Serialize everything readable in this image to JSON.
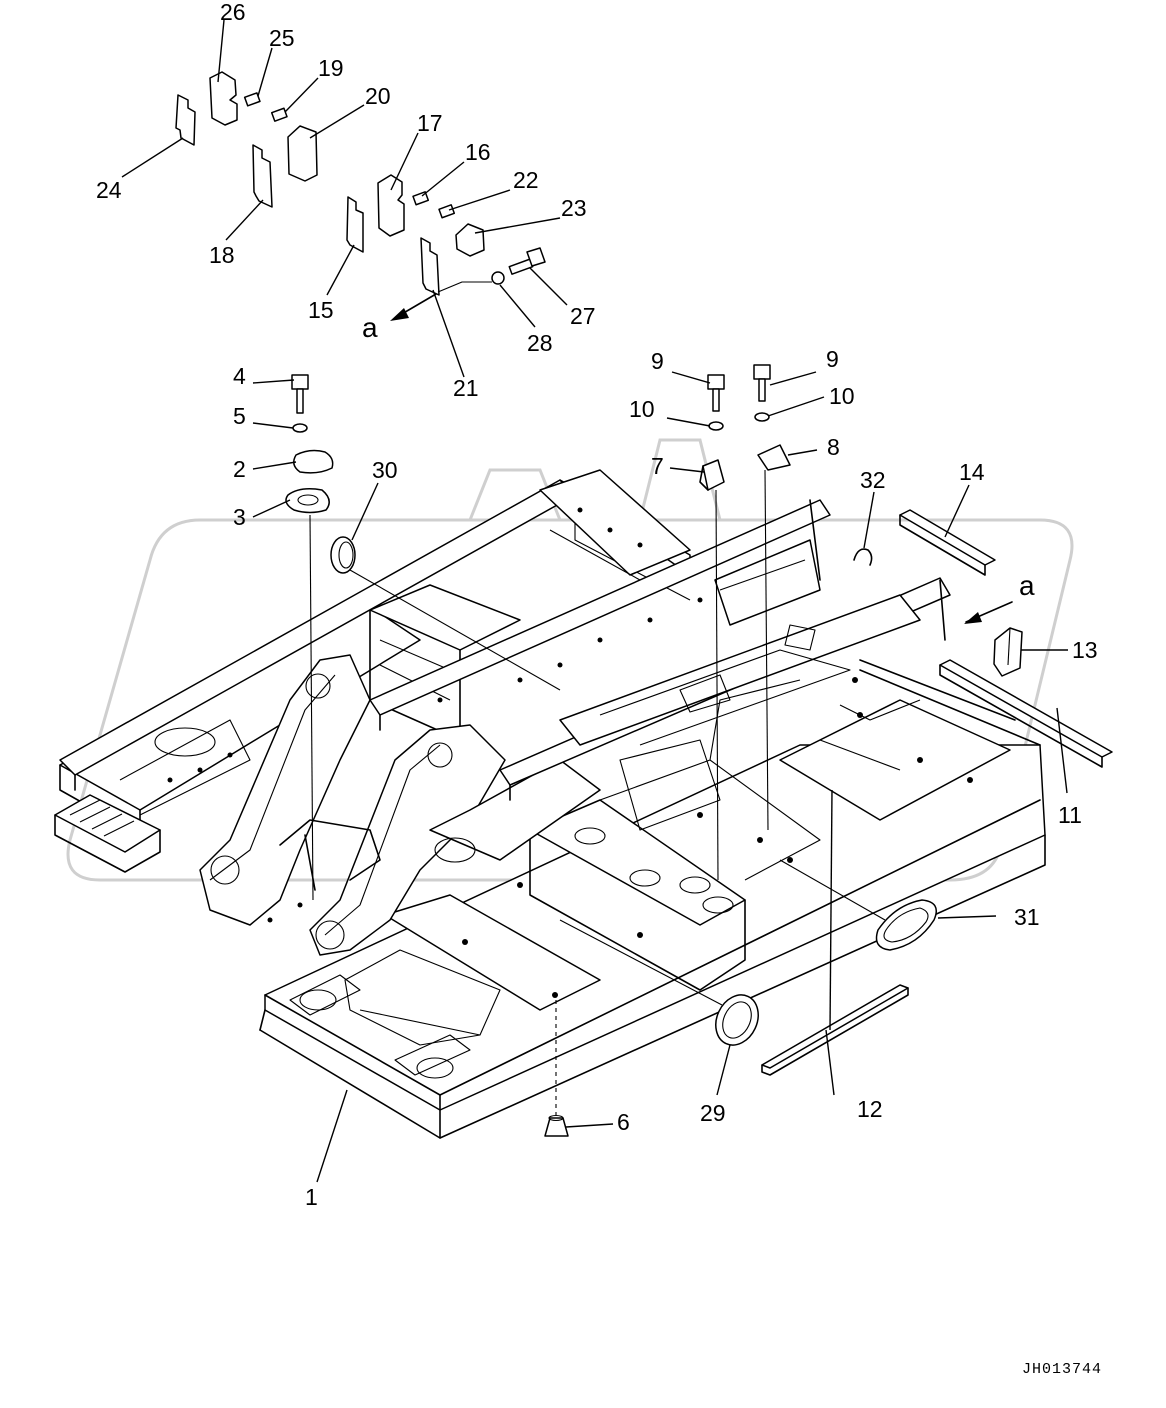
{
  "drawing": {
    "code": "JH013744",
    "reference_letter": "a"
  },
  "callouts": {
    "c1": "1",
    "c2": "2",
    "c3": "3",
    "c4": "4",
    "c5": "5",
    "c6": "6",
    "c7": "7",
    "c8": "8",
    "c9a": "9",
    "c9b": "9",
    "c10a": "10",
    "c10b": "10",
    "c11": "11",
    "c12": "12",
    "c13": "13",
    "c14": "14",
    "c15": "15",
    "c16": "16",
    "c17": "17",
    "c18": "18",
    "c19": "19",
    "c20": "20",
    "c21": "21",
    "c22": "22",
    "c23": "23",
    "c24": "24",
    "c25": "25",
    "c26": "26",
    "c27": "27",
    "c28": "28",
    "c29": "29",
    "c30": "30",
    "c31": "31",
    "c32": "32"
  }
}
